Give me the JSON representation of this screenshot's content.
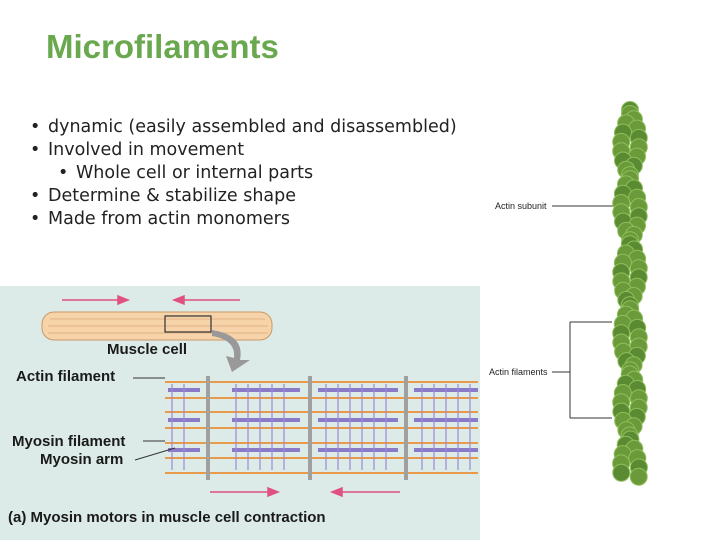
{
  "slide": {
    "title": "Microfilaments",
    "bullets": [
      "dynamic (easily assembled and disassembled)",
      "Involved in movement",
      "Whole cell or internal parts",
      "Determine & stabilize shape",
      "Made from actin monomers"
    ]
  },
  "figure_muscle": {
    "muscle_cell": "Muscle cell",
    "actin_filament": "Actin filament",
    "myosin_filament": "Myosin filament",
    "myosin_arm": "Myosin arm",
    "caption": "(a) Myosin motors in muscle cell contraction"
  },
  "figure_actin": {
    "actin_subunit": "Actin subunit",
    "actin_filaments": "Actin filaments"
  },
  "colors": {
    "title": "#6aa84f",
    "panel_bg": "#dcebe7",
    "actin_bead": "#6a9a3a",
    "arrow": "#e05080"
  }
}
